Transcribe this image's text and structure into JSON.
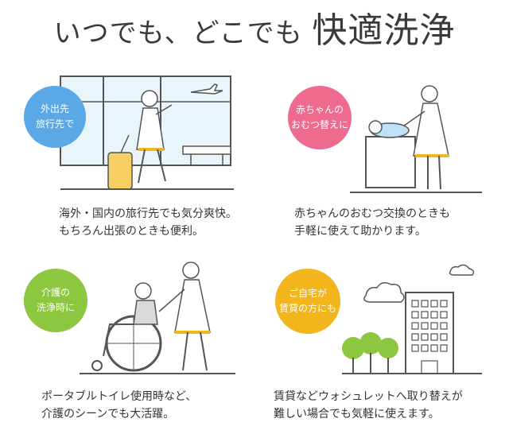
{
  "title": {
    "lead": "いつでも、どこでも ",
    "emphasis": "快適洗浄"
  },
  "colors": {
    "blue": "#5aa9e6",
    "pink": "#ee6b8f",
    "green": "#8dc63f",
    "yellow": "#f2b51c",
    "line": "#555555"
  },
  "cards": [
    {
      "badge": "外出先\n旅行先で",
      "caption": "海外・国内の旅行先でも気分爽快。\nもちろん出張のときも便利。"
    },
    {
      "badge": "赤ちゃんの\nおむつ替えに",
      "caption": "赤ちゃんのおむつ交換のときも\n手軽に使えて助かります。"
    },
    {
      "badge": "介護の\n洗浄時に",
      "caption": "ポータブルトイレ使用時など、\n介護のシーンでも大活躍。"
    },
    {
      "badge": "ご自宅が\n賃貸の方にも",
      "caption": "賃貸などウォシュレットへ取り替えが\n難しい場合でも気軽に使えます。"
    }
  ]
}
